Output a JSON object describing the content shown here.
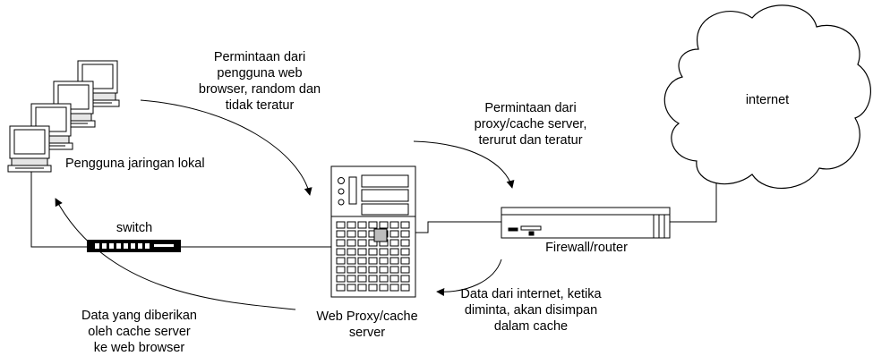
{
  "labels": {
    "request_from_users": "Permintaan dari\npengguna web\nbrowser, random dan\ntidak teratur",
    "request_from_proxy": "Permintaan dari\nproxy/cache server,\nterurut dan teratur",
    "internet": "internet",
    "local_users": "Pengguna jaringan lokal",
    "switch": "switch",
    "firewall": "Firewall/router",
    "data_from_internet": "Data dari internet, ketika\ndiminta, akan disimpan\ndalam cache",
    "data_to_browser": "Data yang diberikan\noleh cache server\nke web browser",
    "proxy_server": "Web Proxy/cache\nserver"
  },
  "icons": {
    "computers": "desktop-computer-icon",
    "switch": "network-switch-icon",
    "server": "tower-server-icon",
    "firewall": "rack-router-icon",
    "internet": "cloud-icon"
  }
}
